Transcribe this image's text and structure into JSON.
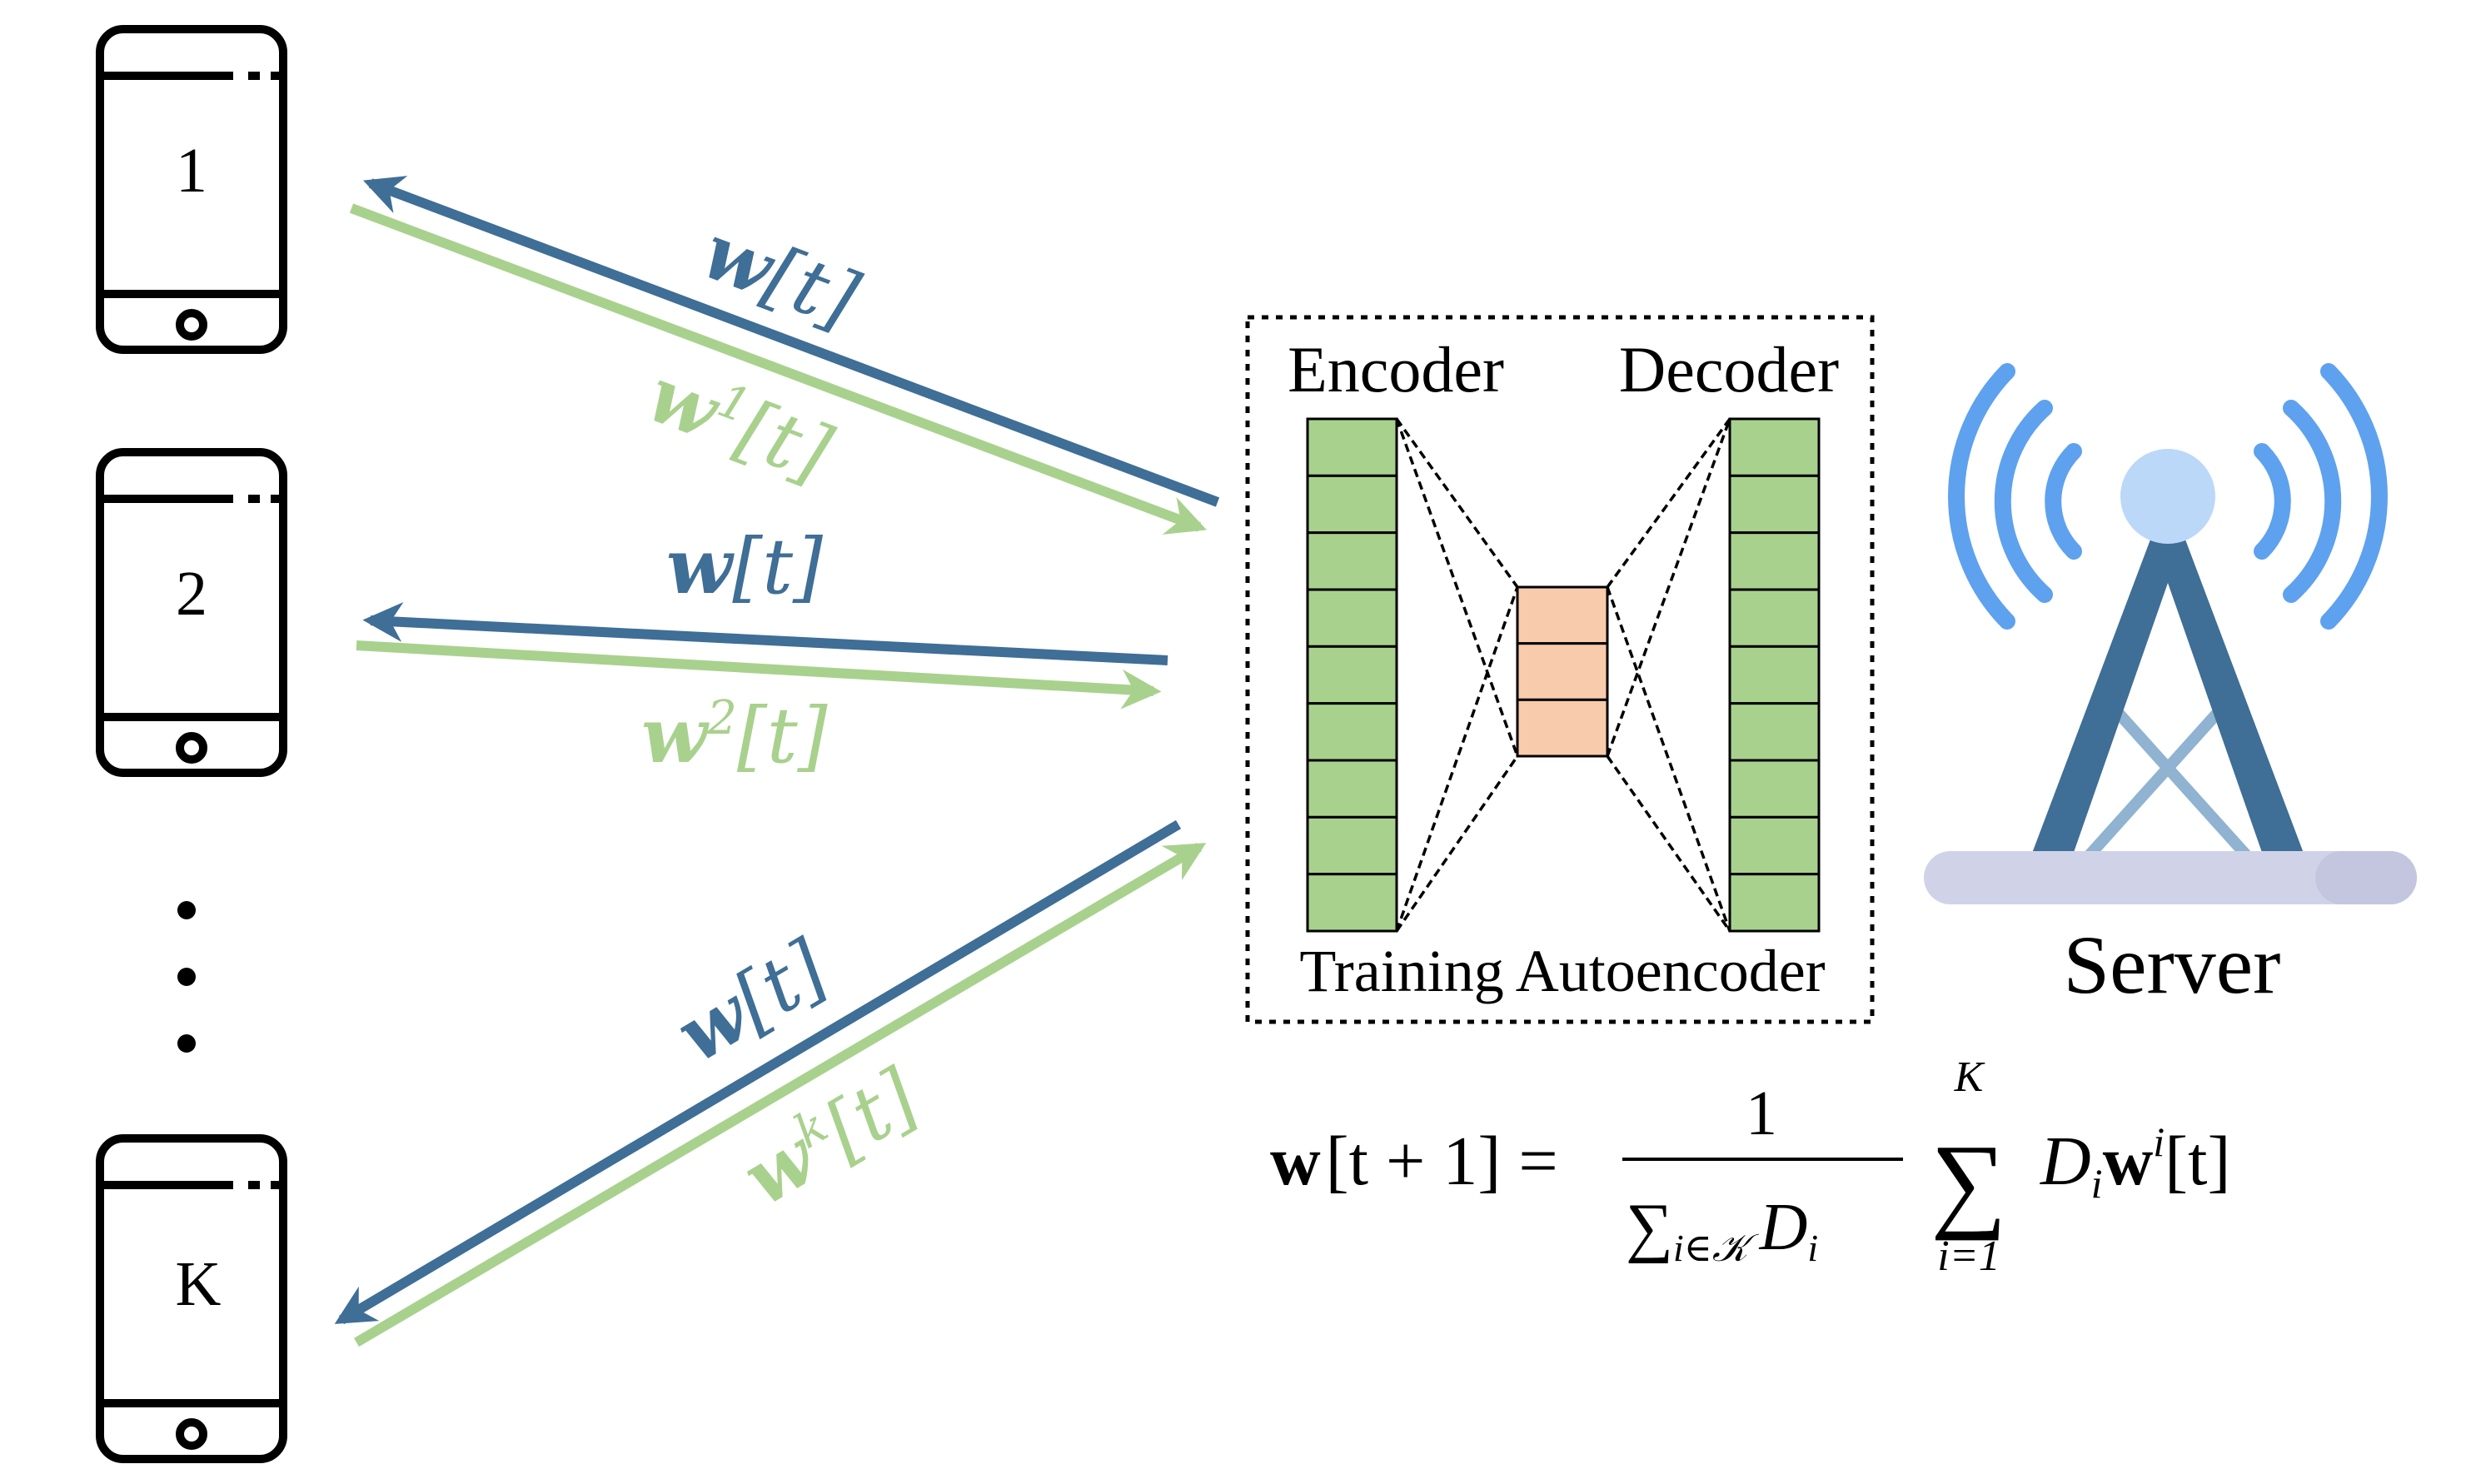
{
  "colors": {
    "downlink": "#3f6e96",
    "uplink": "#a9d18e",
    "encoder_fill": "#a9d18e",
    "latent_fill": "#f8cbad",
    "tower_signal": "#5ea1ee",
    "tower_body": "#3f6e96",
    "tower_base": "#d0d3e8"
  },
  "devices": [
    {
      "label": "1",
      "icon": "smartphone-icon"
    },
    {
      "label": "2",
      "icon": "smartphone-icon"
    },
    {
      "label": "K",
      "icon": "smartphone-icon"
    }
  ],
  "ellipsis": "⋮",
  "links": [
    {
      "down": {
        "w": "w",
        "sup": "",
        "t": "[t]"
      },
      "up": {
        "w": "w",
        "sup": "1",
        "t": "[t]"
      }
    },
    {
      "down": {
        "w": "w",
        "sup": "",
        "t": "[t]"
      },
      "up": {
        "w": "w",
        "sup": "2",
        "t": "[t]"
      }
    },
    {
      "down": {
        "w": "w",
        "sup": "",
        "t": "[t]"
      },
      "up": {
        "w": "w",
        "sup": "k",
        "t": "[t]"
      }
    }
  ],
  "autoencoder": {
    "encoder_label": "Encoder",
    "decoder_label": "Decoder",
    "caption": "Training Autoencoder",
    "encoder_cells": 9,
    "latent_cells": 3,
    "decoder_cells": 9
  },
  "server": {
    "label": "Server",
    "icon": "cell-tower-icon"
  },
  "formula": {
    "lhs_w": "w",
    "lhs_arg": "[t + 1] =",
    "numerator": "1",
    "den_sum": "∑",
    "den_sub": "i∈𝒦",
    "den_D": "D",
    "den_D_sub": "i",
    "sum_symbol": "∑",
    "sum_upper": "K",
    "sum_lower": "i=1",
    "term_D": "D",
    "term_D_sub": "i",
    "term_w": "w",
    "term_w_sup": "i",
    "term_arg": "[t]"
  }
}
